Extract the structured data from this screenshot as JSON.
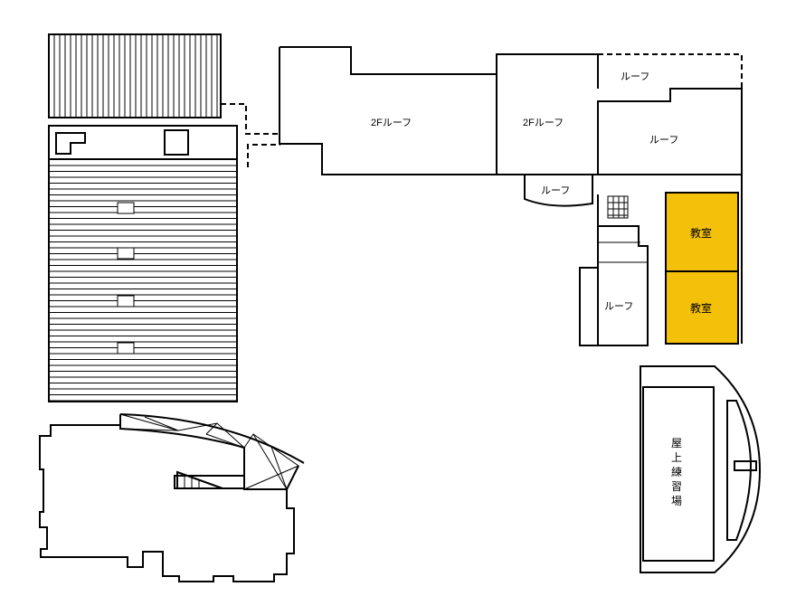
{
  "map": {
    "labels": {
      "roof_2f_left": "2Fルーフ",
      "roof_2f_mid": "2Fルーフ",
      "roof_top_right": "ルーフ",
      "roof_right": "ルーフ",
      "roof_small": "ルーフ",
      "roof_lower": "ルーフ",
      "classroom_1": "教室",
      "classroom_2": "教室",
      "rooftop_practice": [
        "屋",
        "上",
        "練",
        "習",
        "場"
      ]
    },
    "colors": {
      "highlight": "#f3c10a",
      "line": "#000000",
      "background": "#ffffff"
    }
  }
}
